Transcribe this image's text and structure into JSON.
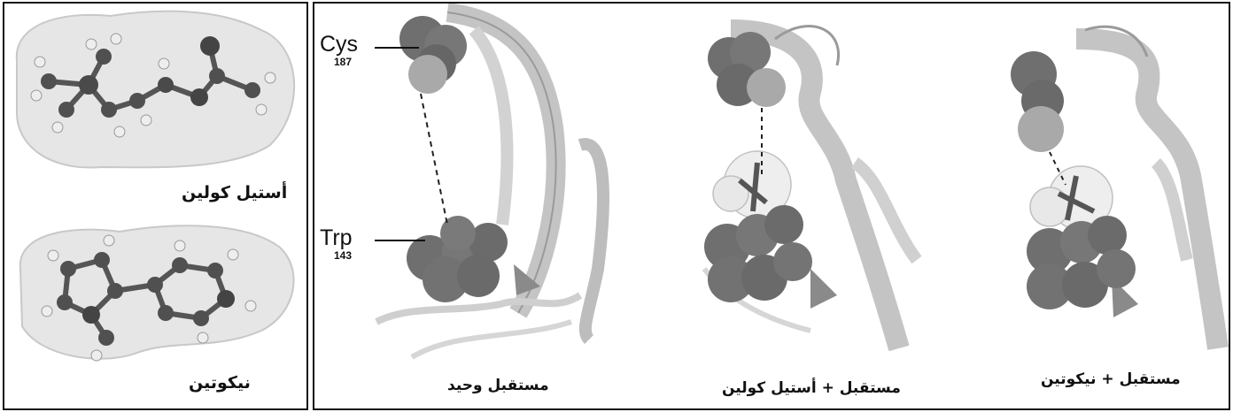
{
  "molecules": {
    "acetylcholine": {
      "label": "أستيل كولين"
    },
    "nicotine": {
      "label": "نيكوتين"
    }
  },
  "residues": {
    "cys": {
      "name": "Cys",
      "number": "187"
    },
    "trp": {
      "name": "Trp",
      "number": "143"
    }
  },
  "panels": [
    {
      "label": "مستقبل وحيد"
    },
    {
      "label": "مستقبل + أستيل كولين"
    },
    {
      "label": "مستقبل + نيكوتين"
    }
  ],
  "colors": {
    "sphere": "#6f6f6f",
    "sphere_light": "#a9a9a9",
    "ribbon": "#c4c4c4",
    "surface": "#e4e4e4"
  }
}
